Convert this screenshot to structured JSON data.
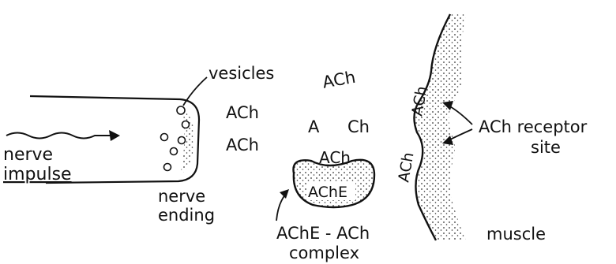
{
  "labels": {
    "vesicles": "vesicles",
    "nerve": "nerve",
    "impulse": "impulse",
    "nerve_ending_1": "nerve",
    "nerve_ending_2": "ending",
    "ach_top": "ACh",
    "ach_left_1": "ACh",
    "ach_left_2": "ACh",
    "split_a": "A",
    "split_ch": "Ch",
    "ach_bound": "ACh",
    "ache": "AChE",
    "complex_1": "AChE - ACh",
    "complex_2": "complex",
    "ach_receptor_1": "ACh",
    "ach_receptor_2": "ACh",
    "receptor_1": "ACh receptor",
    "receptor_2": "site",
    "muscle": "muscle"
  },
  "colors": {
    "ink": "#111111",
    "stipple": "#333333",
    "background": "#ffffff"
  }
}
